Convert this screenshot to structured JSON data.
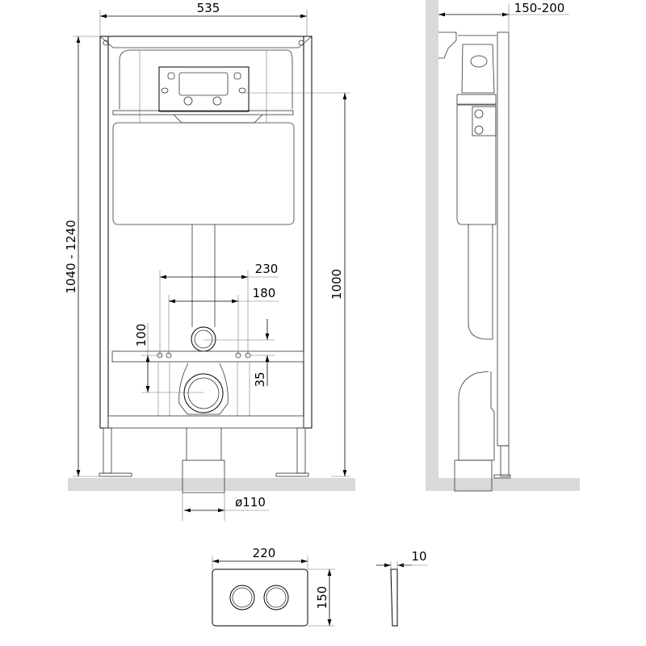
{
  "dimensions": {
    "frame_width": "535",
    "frame_height": "1040 - 1240",
    "actuator_height": "1000",
    "bolt_spacing_outer": "230",
    "bolt_spacing_inner": "180",
    "outlet_to_bolts": "100",
    "inlet_to_bolts": "35",
    "outlet_diameter": "ø110",
    "wall_depth": "150-200",
    "plate_width": "220",
    "plate_height": "150",
    "plate_thickness": "10"
  }
}
